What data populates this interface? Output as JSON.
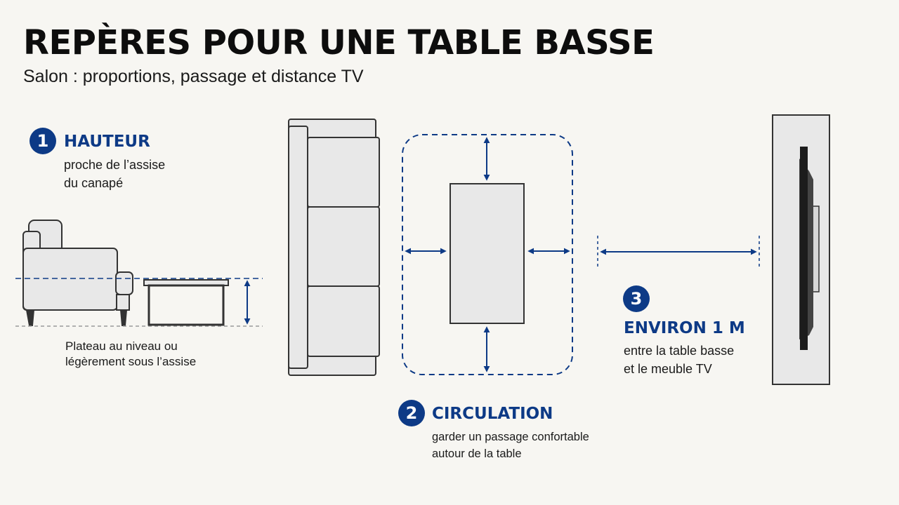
{
  "header": {
    "title": "REPÈRES POUR UNE TABLE BASSE",
    "subtitle": "Salon : proportions, passage et distance TV"
  },
  "colors": {
    "accent": "#0d3a86",
    "furniture_fill": "#e8e8e8",
    "outline": "#333333",
    "background": "#f7f6f2"
  },
  "sections": {
    "height": {
      "number": "1",
      "title": "HAUTEUR",
      "lines": [
        "proche de l’assise",
        "du canapé"
      ],
      "caption": [
        "Plateau au niveau ou",
        "légèrement sous l’assise"
      ]
    },
    "circulation": {
      "number": "2",
      "title": "CIRCULATION",
      "lines": [
        "garder un passage confortable",
        "autour de la table"
      ]
    },
    "distance": {
      "number": "3",
      "title": "ENVIRON 1 M",
      "lines": [
        "entre la table basse",
        "et le meuble TV"
      ]
    }
  }
}
